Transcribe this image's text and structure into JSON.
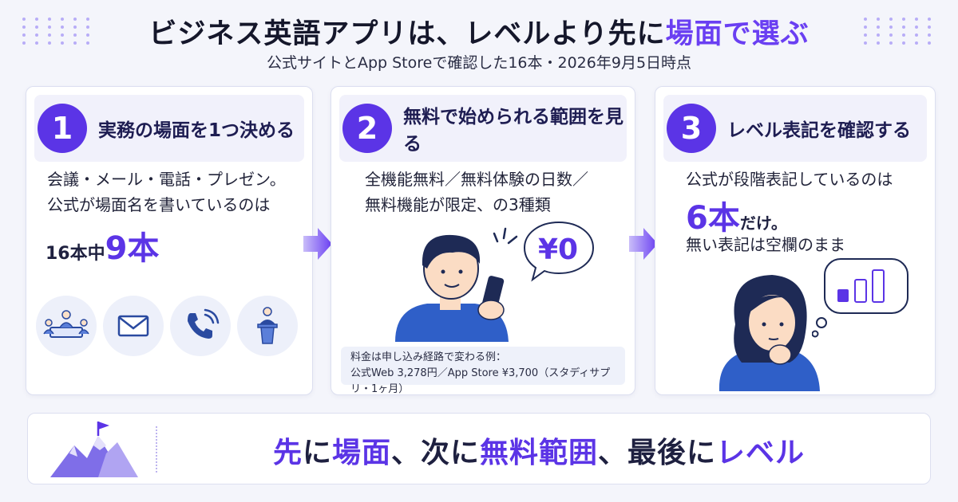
{
  "header": {
    "title_part1": "ビジネス英語アプリは、レベルより先に",
    "title_accent": "場面で選ぶ",
    "subtitle": "公式サイトとApp Storeで確認した16本・2026年9月5日時点"
  },
  "cards": [
    {
      "number": "1",
      "heading": "実務の場面を1つ決める",
      "lines": [
        "会議・メール・電話・プレゼン。",
        "公式が場面名を書いているのは"
      ],
      "stat_prefix": "16本中",
      "stat_value": "9本",
      "icons": [
        "meeting-icon",
        "mail-icon",
        "phone-icon",
        "presentation-icon"
      ]
    },
    {
      "number": "2",
      "heading": "無料で始められる範囲を見る",
      "lines": [
        "全機能無料／無料体験の日数／",
        "無料機能が限定、の3種類"
      ],
      "bubble_text": "¥0",
      "note_line1": "料金は申し込み経路で変わる例：",
      "note_line2": "公式Web 3,278円／App Store ¥3,700（スタディサプリ・1ヶ月）"
    },
    {
      "number": "3",
      "heading": "レベル表記を確認する",
      "line1": "公式が段階表記しているのは",
      "stat_value": "6本",
      "stat_suffix": "だけ。",
      "line3": "無い表記は空欄のまま"
    }
  ],
  "footer": {
    "part1": "先",
    "part2": "に",
    "part3": "場面",
    "part4": "、次に",
    "part5": "無料範囲",
    "part6": "、最後に",
    "part7": "レベル"
  },
  "colors": {
    "accent": "#5b34e6",
    "background": "#f4f5fb"
  }
}
